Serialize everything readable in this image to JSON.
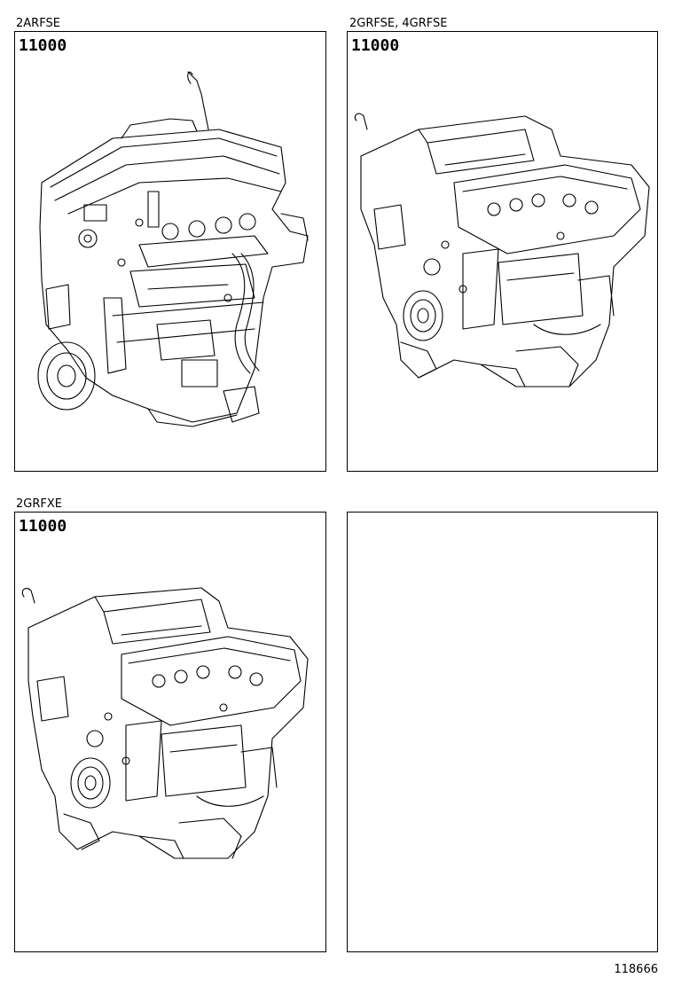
{
  "panels": [
    {
      "engine_label": "2ARFSE",
      "part_number": "11000",
      "illustration": "inline-4-engine-assembly"
    },
    {
      "engine_label": "2GRFSE, 4GRFSE",
      "part_number": "11000",
      "illustration": "v6-engine-assembly"
    },
    {
      "engine_label": "2GRFXE",
      "part_number": "11000",
      "illustration": "v6-engine-assembly"
    },
    {
      "engine_label": "",
      "part_number": "",
      "illustration": ""
    }
  ],
  "footer": {
    "illustration_id": "118666"
  }
}
